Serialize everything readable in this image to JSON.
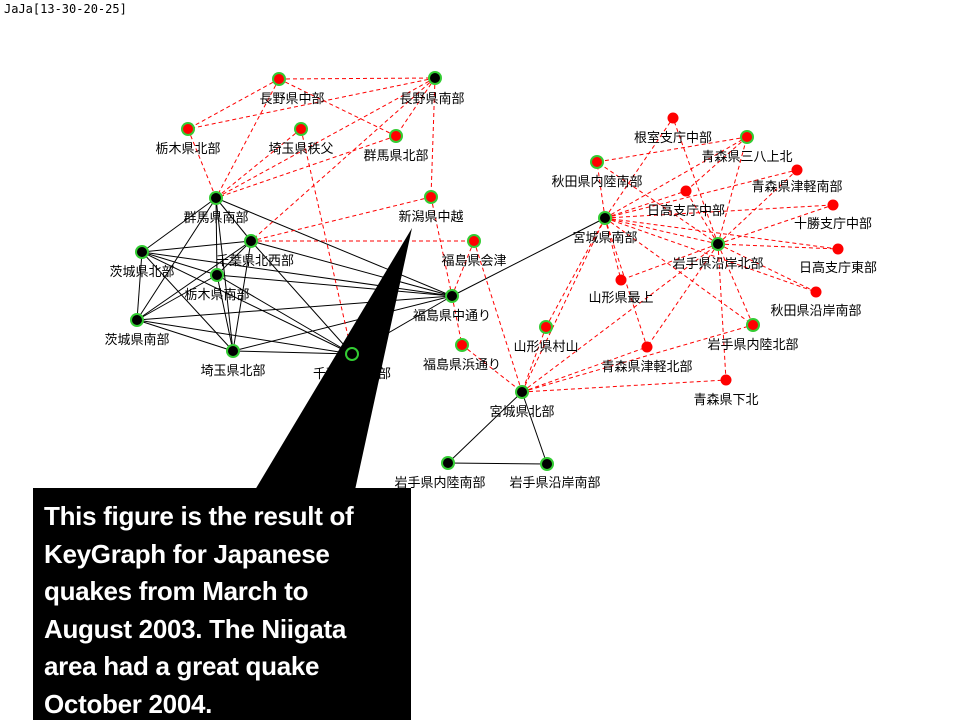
{
  "title": "JaJa[13-30-20-25]",
  "colors": {
    "black_node": "#000000",
    "red_node": "#ff0000",
    "ring": "#33cc33",
    "link": "#ff0000",
    "edge": "#000000",
    "callout_bg": "#000000",
    "callout_text": "#ffffff"
  },
  "nodes": [
    {
      "id": "nagano_chubu",
      "label": "長野県中部",
      "color": "red",
      "ring": true
    },
    {
      "id": "nagano_nanbu",
      "label": "長野県南部",
      "color": "black",
      "ring": true
    },
    {
      "id": "tochigi_hokubu",
      "label": "栃木県北部",
      "color": "red",
      "ring": true
    },
    {
      "id": "saitama_chichibu",
      "label": "埼玉県秩父",
      "color": "red",
      "ring": true
    },
    {
      "id": "gunma_hokubu",
      "label": "群馬県北部",
      "color": "red",
      "ring": true
    },
    {
      "id": "gunma_nanbu",
      "label": "群馬県南部",
      "color": "black",
      "ring": true
    },
    {
      "id": "niigata_chuetsu",
      "label": "新潟県中越",
      "color": "red",
      "ring": true
    },
    {
      "id": "chiba_hokuseibu",
      "label": "千葉県北西部",
      "color": "black",
      "ring": true
    },
    {
      "id": "ibaraki_hokubu",
      "label": "茨城県北部",
      "color": "black",
      "ring": true
    },
    {
      "id": "tochigi_nanbu",
      "label": "栃木県南部",
      "color": "black",
      "ring": true
    },
    {
      "id": "ibaraki_nanbu",
      "label": "茨城県南部",
      "color": "black",
      "ring": true
    },
    {
      "id": "saitama_hokubu",
      "label": "埼玉県北部",
      "color": "black",
      "ring": true
    },
    {
      "id": "chiba_nantobu",
      "label": "千葉県南東部",
      "color": "black",
      "ring": true
    },
    {
      "id": "fukushima_aizu",
      "label": "福島県会津",
      "color": "red",
      "ring": true
    },
    {
      "id": "fukushima_nakadori",
      "label": "福島県中通り",
      "color": "black",
      "ring": true
    },
    {
      "id": "fukushima_hamadori",
      "label": "福島県浜通り",
      "color": "red",
      "ring": true
    },
    {
      "id": "yamagata_murayama",
      "label": "山形県村山",
      "color": "red",
      "ring": true
    },
    {
      "id": "miyagi_hokubu",
      "label": "宮城県北部",
      "color": "black",
      "ring": true
    },
    {
      "id": "iwate_nairiku_nanbu",
      "label": "岩手県内陸南部",
      "color": "black",
      "ring": true
    },
    {
      "id": "iwate_engan_nanbu",
      "label": "岩手県沿岸南部",
      "color": "black",
      "ring": true
    },
    {
      "id": "miyagi_nanbu",
      "label": "宮城県南部",
      "color": "black",
      "ring": true
    },
    {
      "id": "akita_nairiku_nanbu",
      "label": "秋田県内陸南部",
      "color": "red",
      "ring": true
    },
    {
      "id": "nemuro_chubu",
      "label": "根室支庁中部",
      "color": "red",
      "ring": false
    },
    {
      "id": "aomori_sanpachi",
      "label": "青森県三八上北",
      "color": "red",
      "ring": true
    },
    {
      "id": "aomori_tsugaru_nanbu",
      "label": "青森県津軽南部",
      "color": "red",
      "ring": false
    },
    {
      "id": "hidaka_chubu",
      "label": "日高支庁中部",
      "color": "red",
      "ring": false
    },
    {
      "id": "tokachi_chubu",
      "label": "十勝支庁中部",
      "color": "red",
      "ring": false
    },
    {
      "id": "iwate_engan_hokubu",
      "label": "岩手県沿岸北部",
      "color": "black",
      "ring": true
    },
    {
      "id": "hidaka_tobu",
      "label": "日高支庁東部",
      "color": "red",
      "ring": false
    },
    {
      "id": "yamagata_mogami",
      "label": "山形県最上",
      "color": "red",
      "ring": false
    },
    {
      "id": "akita_engan_nanbu",
      "label": "秋田県沿岸南部",
      "color": "red",
      "ring": false
    },
    {
      "id": "iwate_nairiku_hokubu",
      "label": "岩手県内陸北部",
      "color": "red",
      "ring": true
    },
    {
      "id": "aomori_tsugaru_hokubu",
      "label": "青森県津軽北部",
      "color": "red",
      "ring": false
    },
    {
      "id": "aomori_kakita",
      "label": "青森県下北",
      "color": "red",
      "ring": false
    }
  ],
  "solid_edges": [
    [
      "gunma_nanbu",
      "chiba_hokuseibu"
    ],
    [
      "gunma_nanbu",
      "ibaraki_hokubu"
    ],
    [
      "gunma_nanbu",
      "tochigi_nanbu"
    ],
    [
      "gunma_nanbu",
      "ibaraki_nanbu"
    ],
    [
      "gunma_nanbu",
      "saitama_hokubu"
    ],
    [
      "gunma_nanbu",
      "fukushima_nakadori"
    ],
    [
      "chiba_hokuseibu",
      "ibaraki_hokubu"
    ],
    [
      "chiba_hokuseibu",
      "tochigi_nanbu"
    ],
    [
      "chiba_hokuseibu",
      "ibaraki_nanbu"
    ],
    [
      "chiba_hokuseibu",
      "saitama_hokubu"
    ],
    [
      "chiba_hokuseibu",
      "chiba_nantobu"
    ],
    [
      "chiba_hokuseibu",
      "fukushima_nakadori"
    ],
    [
      "ibaraki_hokubu",
      "tochigi_nanbu"
    ],
    [
      "ibaraki_hokubu",
      "ibaraki_nanbu"
    ],
    [
      "ibaraki_hokubu",
      "saitama_hokubu"
    ],
    [
      "ibaraki_hokubu",
      "chiba_nantobu"
    ],
    [
      "ibaraki_hokubu",
      "fukushima_nakadori"
    ],
    [
      "tochigi_nanbu",
      "ibaraki_nanbu"
    ],
    [
      "tochigi_nanbu",
      "saitama_hokubu"
    ],
    [
      "tochigi_nanbu",
      "chiba_nantobu"
    ],
    [
      "tochigi_nanbu",
      "fukushima_nakadori"
    ],
    [
      "ibaraki_nanbu",
      "saitama_hokubu"
    ],
    [
      "ibaraki_nanbu",
      "chiba_nantobu"
    ],
    [
      "ibaraki_nanbu",
      "fukushima_nakadori"
    ],
    [
      "saitama_hokubu",
      "chiba_nantobu"
    ],
    [
      "saitama_hokubu",
      "fukushima_nakadori"
    ],
    [
      "chiba_nantobu",
      "fukushima_nakadori"
    ],
    [
      "fukushima_nakadori",
      "miyagi_nanbu"
    ],
    [
      "miyagi_hokubu",
      "iwate_nairiku_nanbu"
    ],
    [
      "miyagi_hokubu",
      "iwate_engan_nanbu"
    ],
    [
      "iwate_nairiku_nanbu",
      "iwate_engan_nanbu"
    ]
  ],
  "dashed_edges": [
    [
      "nagano_chubu",
      "nagano_nanbu"
    ],
    [
      "nagano_chubu",
      "tochigi_hokubu"
    ],
    [
      "nagano_chubu",
      "gunma_nanbu"
    ],
    [
      "nagano_chubu",
      "gunma_hokubu"
    ],
    [
      "nagano_nanbu",
      "tochigi_hokubu"
    ],
    [
      "nagano_nanbu",
      "gunma_nanbu"
    ],
    [
      "nagano_nanbu",
      "niigata_chuetsu"
    ],
    [
      "nagano_nanbu",
      "chiba_hokuseibu"
    ],
    [
      "nagano_nanbu",
      "gunma_hokubu"
    ],
    [
      "tochigi_hokubu",
      "gunma_nanbu"
    ],
    [
      "saitama_chichibu",
      "gunma_nanbu"
    ],
    [
      "saitama_chichibu",
      "chiba_nantobu"
    ],
    [
      "gunma_hokubu",
      "gunma_nanbu"
    ],
    [
      "niigata_chuetsu",
      "chiba_hokuseibu"
    ],
    [
      "niigata_chuetsu",
      "fukushima_nakadori"
    ],
    [
      "chiba_hokuseibu",
      "fukushima_aizu"
    ],
    [
      "fukushima_aizu",
      "miyagi_hokubu"
    ],
    [
      "fukushima_aizu",
      "fukushima_nakadori"
    ],
    [
      "fukushima_nakadori",
      "fukushima_hamadori"
    ],
    [
      "fukushima_hamadori",
      "miyagi_hokubu"
    ],
    [
      "yamagata_murayama",
      "miyagi_hokubu"
    ],
    [
      "yamagata_murayama",
      "miyagi_nanbu"
    ],
    [
      "miyagi_hokubu",
      "aomori_tsugaru_hokubu"
    ],
    [
      "miyagi_hokubu",
      "aomori_kakita"
    ],
    [
      "miyagi_hokubu",
      "iwate_nairiku_hokubu"
    ],
    [
      "miyagi_hokubu",
      "iwate_engan_hokubu"
    ],
    [
      "miyagi_hokubu",
      "miyagi_nanbu"
    ],
    [
      "miyagi_nanbu",
      "akita_nairiku_nanbu"
    ],
    [
      "miyagi_nanbu",
      "nemuro_chubu"
    ],
    [
      "miyagi_nanbu",
      "aomori_sanpachi"
    ],
    [
      "miyagi_nanbu",
      "aomori_tsugaru_nanbu"
    ],
    [
      "miyagi_nanbu",
      "hidaka_chubu"
    ],
    [
      "miyagi_nanbu",
      "tokachi_chubu"
    ],
    [
      "miyagi_nanbu",
      "iwate_engan_hokubu"
    ],
    [
      "miyagi_nanbu",
      "hidaka_tobu"
    ],
    [
      "miyagi_nanbu",
      "yamagata_mogami"
    ],
    [
      "miyagi_nanbu",
      "akita_engan_nanbu"
    ],
    [
      "miyagi_nanbu",
      "iwate_nairiku_hokubu"
    ],
    [
      "miyagi_nanbu",
      "aomori_tsugaru_hokubu"
    ],
    [
      "iwate_engan_hokubu",
      "akita_nairiku_nanbu"
    ],
    [
      "iwate_engan_hokubu",
      "nemuro_chubu"
    ],
    [
      "iwate_engan_hokubu",
      "aomori_sanpachi"
    ],
    [
      "iwate_engan_hokubu",
      "aomori_tsugaru_nanbu"
    ],
    [
      "iwate_engan_hokubu",
      "hidaka_chubu"
    ],
    [
      "iwate_engan_hokubu",
      "tokachi_chubu"
    ],
    [
      "iwate_engan_hokubu",
      "hidaka_tobu"
    ],
    [
      "iwate_engan_hokubu",
      "yamagata_mogami"
    ],
    [
      "iwate_engan_hokubu",
      "akita_engan_nanbu"
    ],
    [
      "iwate_engan_hokubu",
      "iwate_nairiku_hokubu"
    ],
    [
      "iwate_engan_hokubu",
      "aomori_kakita"
    ],
    [
      "iwate_engan_hokubu",
      "aomori_tsugaru_hokubu"
    ],
    [
      "hidaka_chubu",
      "aomori_sanpachi"
    ],
    [
      "aomori_sanpachi",
      "akita_nairiku_nanbu"
    ]
  ],
  "callout": {
    "lines": [
      "This figure is the result of",
      "KeyGraph for Japanese",
      "quakes from March to",
      "August 2003. The Niigata",
      "area had a great quake",
      "October 2004."
    ]
  }
}
